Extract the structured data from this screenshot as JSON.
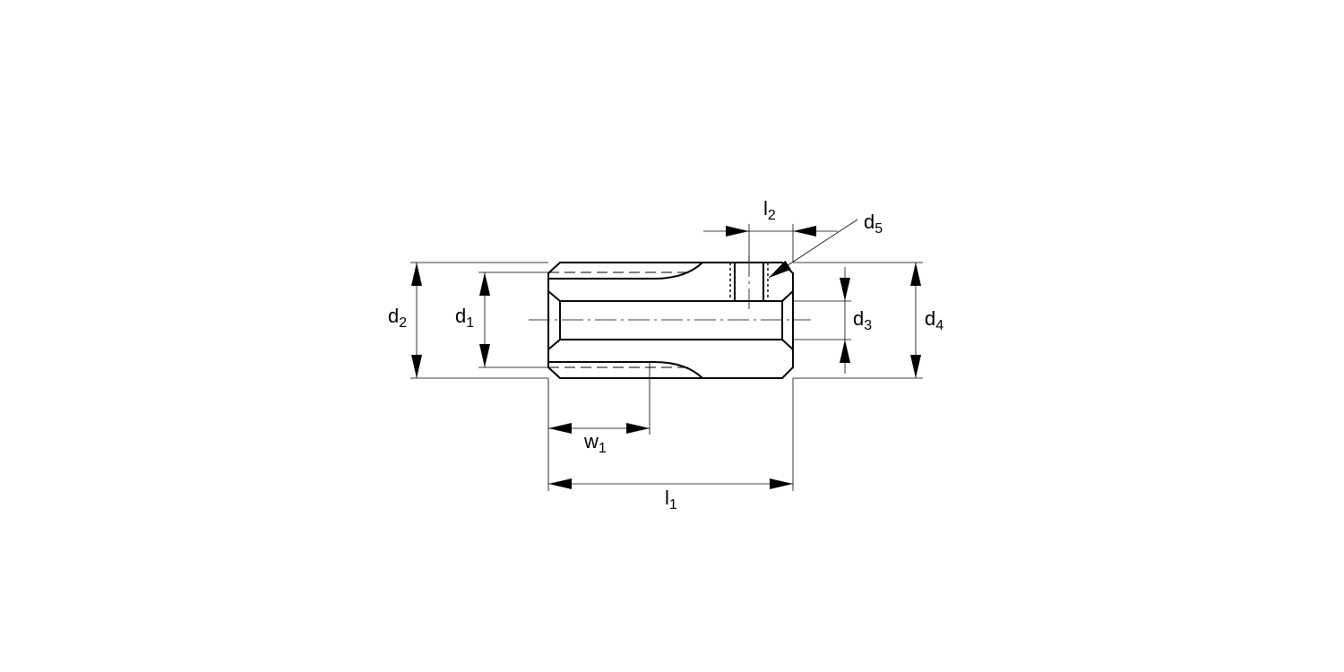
{
  "diagram": {
    "type": "technical-drawing",
    "subject": "cylindrical bushing with bore, side slots and cross hole",
    "colors": {
      "outline": "#000000",
      "dimension": "#000000",
      "background": "#ffffff"
    },
    "labels": {
      "d1": {
        "base": "d",
        "sub": "1"
      },
      "d2": {
        "base": "d",
        "sub": "2"
      },
      "d3": {
        "base": "d",
        "sub": "3"
      },
      "d4": {
        "base": "d",
        "sub": "4"
      },
      "d5": {
        "base": "d",
        "sub": "5"
      },
      "l1": {
        "base": "l",
        "sub": "1"
      },
      "l2": {
        "base": "l",
        "sub": "2"
      },
      "w1": {
        "base": "w",
        "sub": "1"
      }
    }
  }
}
